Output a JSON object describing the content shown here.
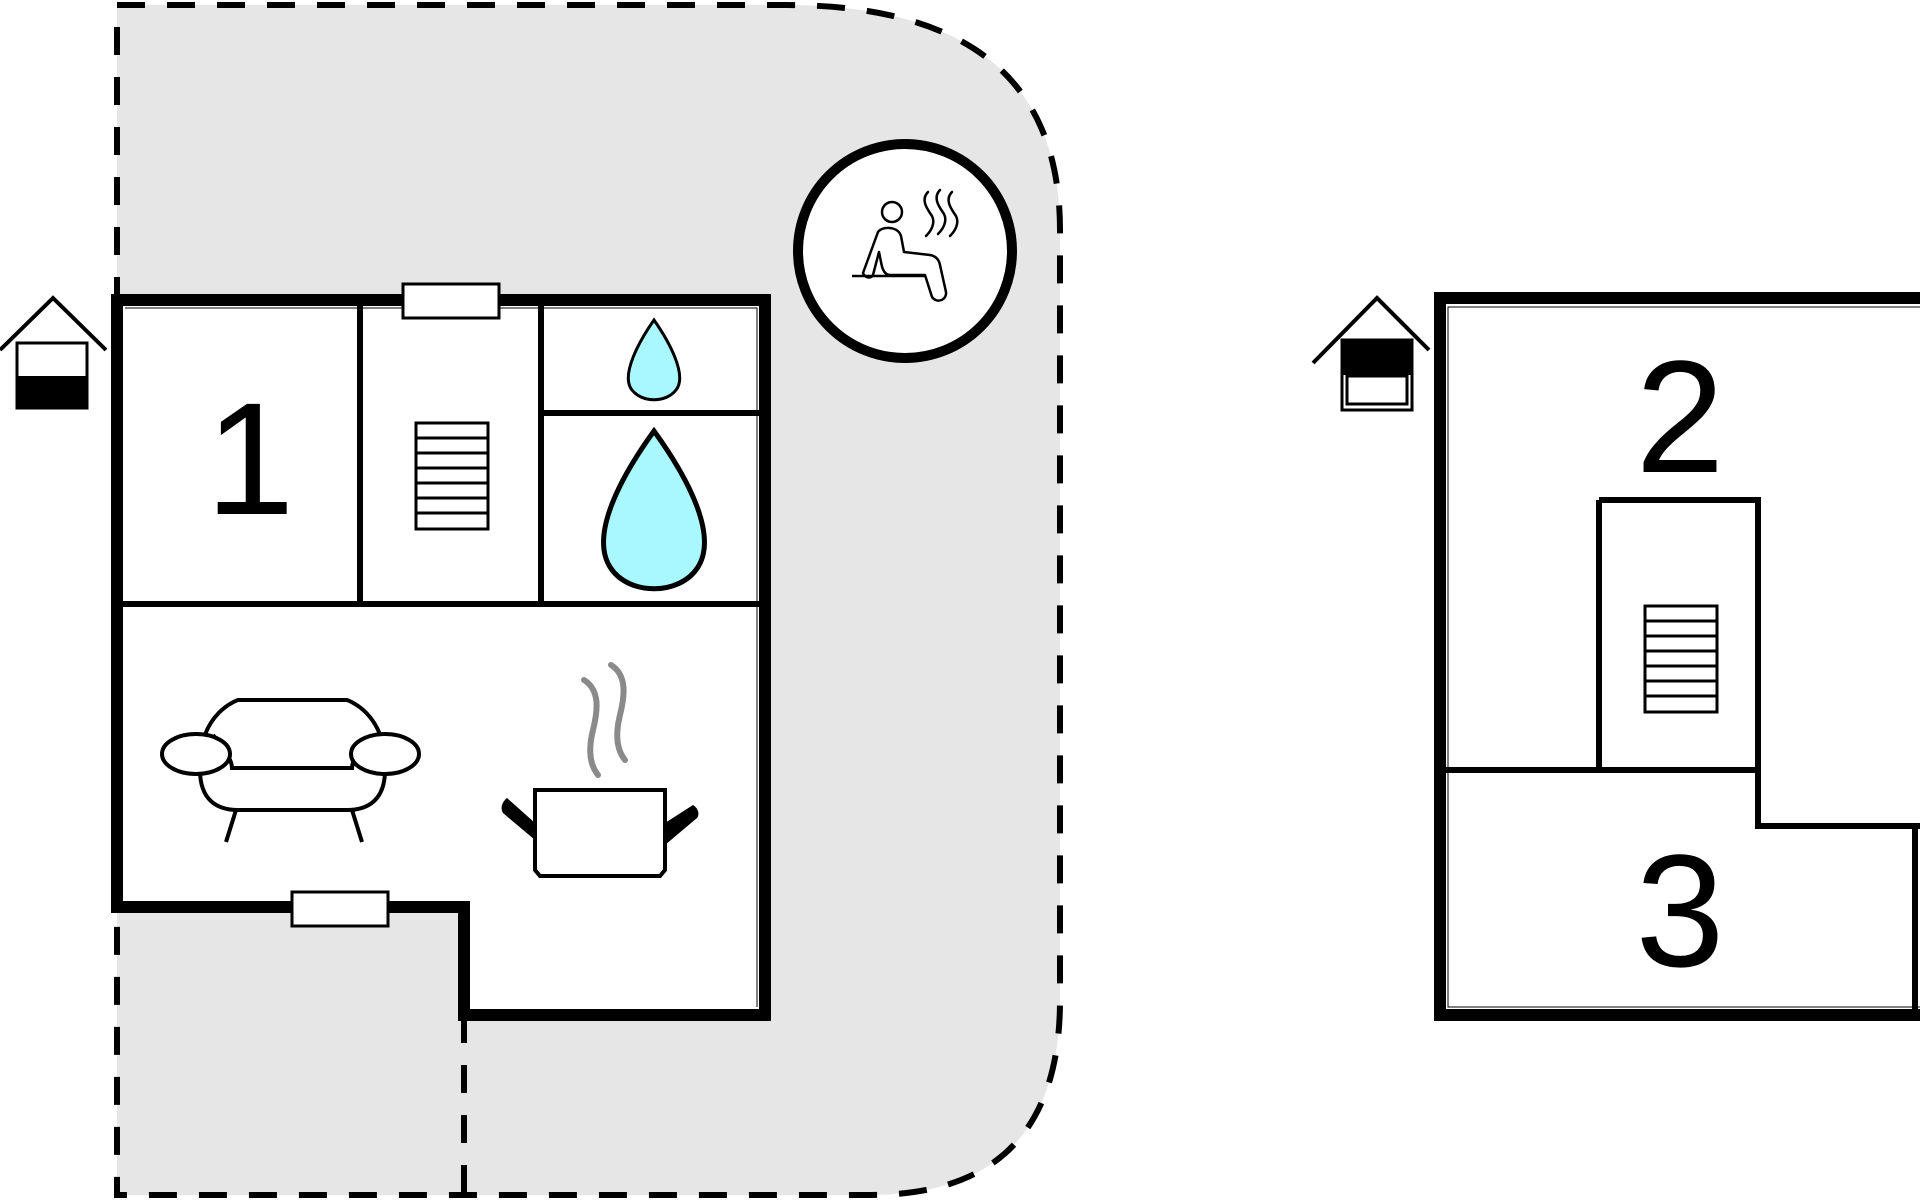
{
  "floor_1": {
    "room_label": "1",
    "colors": {
      "terrace": "#e6e6e6",
      "water": "#aaf8ff",
      "steam": "#8a8a8a",
      "wall": "#000000"
    },
    "icons": [
      "house-ground-floor-icon",
      "window-icon",
      "stairs-icon",
      "water-drop-small-icon",
      "water-drop-large-icon",
      "sofa-icon",
      "cooking-pot-icon",
      "sauna-icon",
      "terrace-area"
    ]
  },
  "floor_2": {
    "room_labels": [
      "2",
      "3"
    ],
    "icons": [
      "house-upper-floor-icon",
      "stairs-icon"
    ]
  }
}
